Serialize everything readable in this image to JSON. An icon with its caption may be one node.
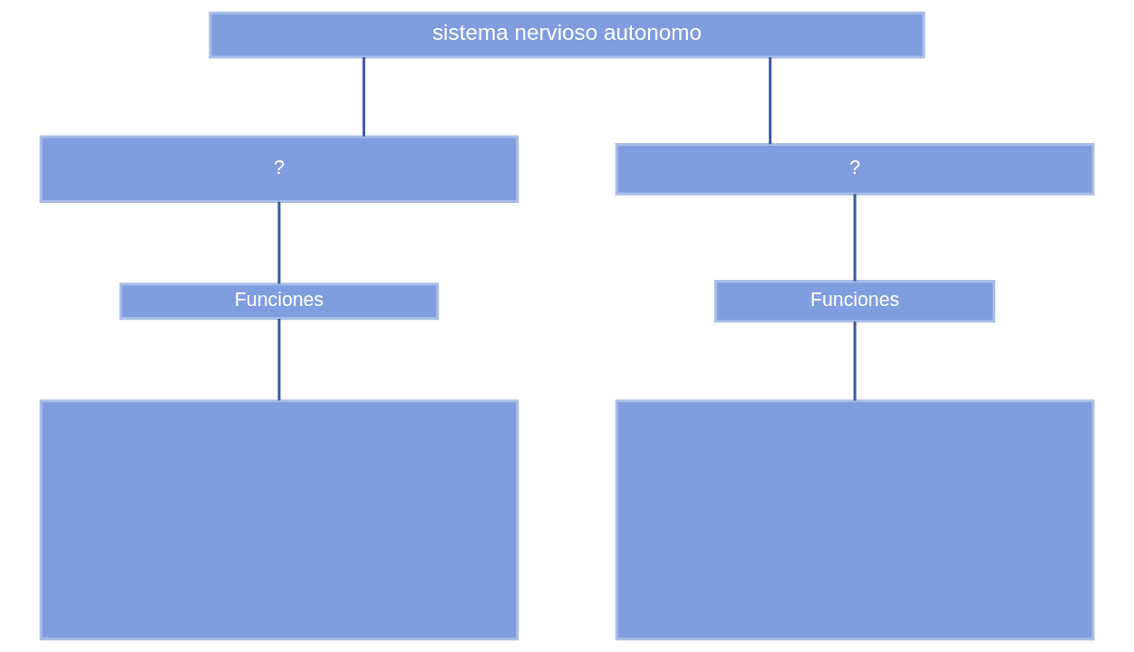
{
  "diagram": {
    "nodes": [
      {
        "text": [
          "sistema nervioso autonomo"
        ]
      },
      {
        "text": [
          "?"
        ]
      },
      {
        "text": [
          "?"
        ]
      },
      {
        "text": [
          "Funciones"
        ]
      },
      {
        "text": [
          "Funciones"
        ]
      },
      {
        "text": [],
        "shape": "box"
      },
      {
        "text": [],
        "shape": "box"
      }
    ],
    "edges": [
      {
        "from": 0,
        "to": 1,
        "arrow": "none"
      },
      {
        "from": 0,
        "to": 2,
        "arrow": "none"
      },
      {
        "from": 1,
        "to": 3,
        "arrow": "none"
      },
      {
        "from": 2,
        "to": 4,
        "arrow": "none"
      },
      {
        "from": 3,
        "to": 5,
        "arrow": "none"
      },
      {
        "from": 4,
        "to": 6,
        "arrow": "none"
      }
    ]
  }
}
